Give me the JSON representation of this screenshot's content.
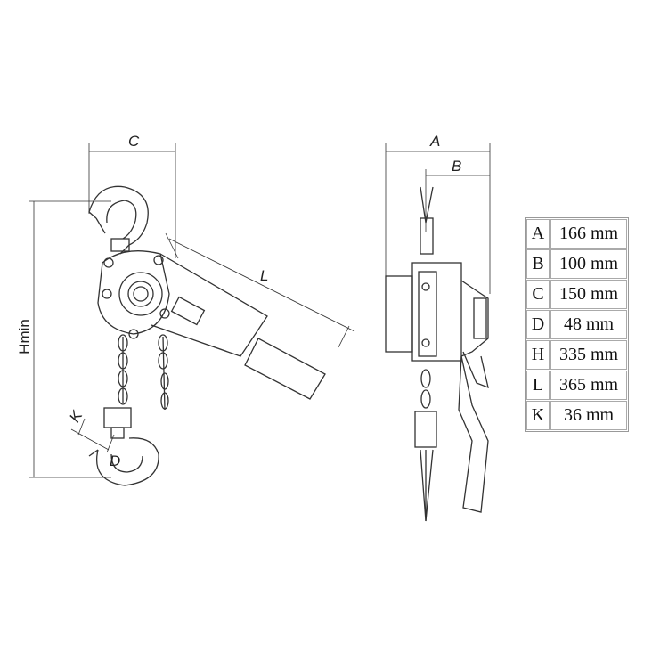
{
  "labels": {
    "C": "C",
    "A": "A",
    "B": "B",
    "L": "L",
    "Hmin": "Hmin",
    "K": "K",
    "D": "D"
  },
  "spec_table": [
    {
      "key": "A",
      "value": "166 mm"
    },
    {
      "key": "B",
      "value": "100 mm"
    },
    {
      "key": "C",
      "value": "150 mm"
    },
    {
      "key": "D",
      "value": "48 mm"
    },
    {
      "key": "H",
      "value": "335 mm"
    },
    {
      "key": "L",
      "value": "365 mm"
    },
    {
      "key": "K",
      "value": "36 mm"
    }
  ]
}
